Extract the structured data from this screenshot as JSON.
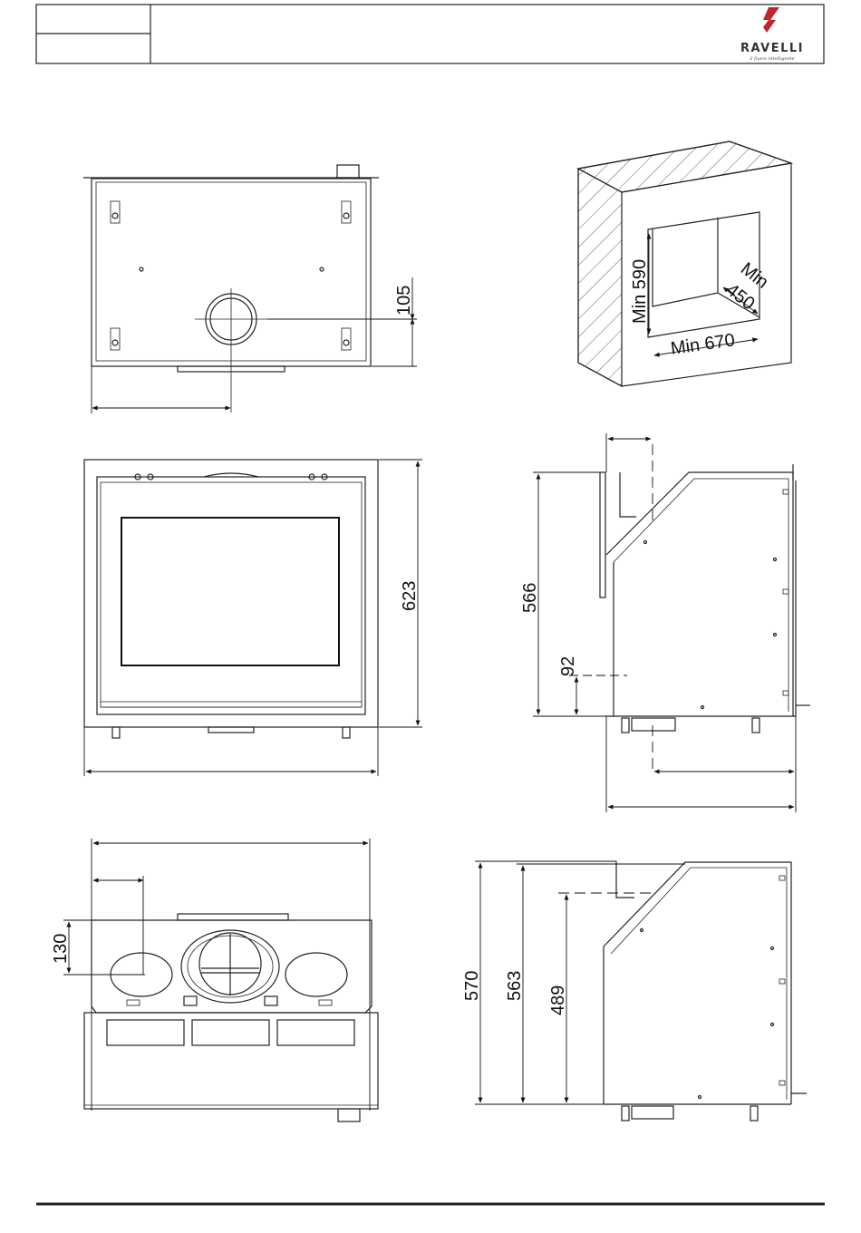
{
  "header": {
    "brand_name": "RAVELLI",
    "tagline": "il fuoco intelligente",
    "brand_color": "#c0262d"
  },
  "dimensions": {
    "top_view_depth": "105",
    "niche_height": "Min 590",
    "niche_depth_min": "Min",
    "niche_depth_val": "450",
    "niche_width": "Min 670",
    "front_height": "623",
    "side_height": "566",
    "side_flue_height": "92",
    "bottom_offset": "130",
    "back_height_total": "570",
    "back_height_mid": "563",
    "back_height_low": "489"
  }
}
